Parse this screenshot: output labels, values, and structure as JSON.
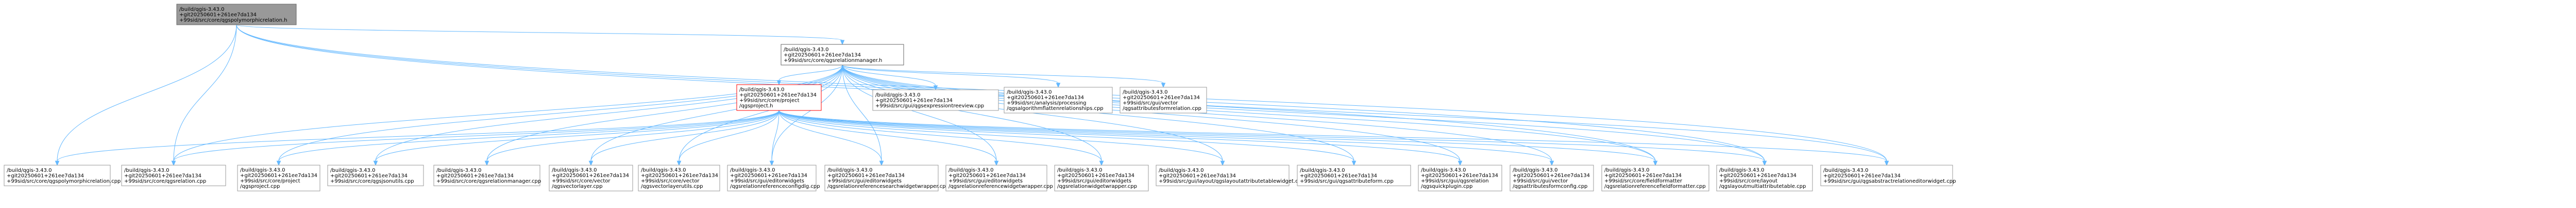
{
  "nodes": [
    {
      "id": "n0",
      "kind": "root",
      "lines": [
        "/build/qgis-3.43.0",
        "+git20250601+261ee7da134",
        "+99sid/src/core/qgspolymorphicrelation.h"
      ]
    },
    {
      "id": "n1",
      "kind": "hub",
      "lines": [
        "/build/qgis-3.43.0",
        "+git20250601+261ee7da134",
        "+99sid/src/core/qgsrelationmanager.h"
      ]
    },
    {
      "id": "n2",
      "kind": "highlight",
      "lines": [
        "/build/qgis-3.43.0",
        "+git20250601+261ee7da134",
        "+99sid/src/core/project",
        "/qgsproject.h"
      ]
    },
    {
      "id": "n3",
      "kind": "normal",
      "lines": [
        "/build/qgis-3.43.0",
        "+git20250601+261ee7da134",
        "+99sid/src/gui/qgsexpressiontreeview.cpp"
      ]
    },
    {
      "id": "n4",
      "kind": "normal",
      "lines": [
        "/build/qgis-3.43.0",
        "+git20250601+261ee7da134",
        "+99sid/src/analysis/processing",
        "/qgsalgorithmflattenrelationships.cpp"
      ]
    },
    {
      "id": "n5",
      "kind": "normal",
      "lines": [
        "/build/qgis-3.43.0",
        "+git20250601+261ee7da134",
        "+99sid/src/gui/vector",
        "/qgsattributesformrelation.cpp"
      ]
    },
    {
      "id": "n6",
      "kind": "normal",
      "lines": [
        "/build/qgis-3.43.0",
        "+git20250601+261ee7da134",
        "+99sid/src/core/qgspolymorphicrelation.cpp"
      ]
    },
    {
      "id": "n7",
      "kind": "normal",
      "lines": [
        "/build/qgis-3.43.0",
        "+git20250601+261ee7da134",
        "+99sid/src/core/qgsrelation.cpp"
      ]
    },
    {
      "id": "n8",
      "kind": "normal",
      "lines": [
        "/build/qgis-3.43.0",
        "+git20250601+261ee7da134",
        "+99sid/src/core/project",
        "/qgsproject.cpp"
      ]
    },
    {
      "id": "n9",
      "kind": "normal",
      "lines": [
        "/build/qgis-3.43.0",
        "+git20250601+261ee7da134",
        "+99sid/src/core/qgsjsonutils.cpp"
      ]
    },
    {
      "id": "n10",
      "kind": "normal",
      "lines": [
        "/build/qgis-3.43.0",
        "+git20250601+261ee7da134",
        "+99sid/src/core/qgsrelationmanager.cpp"
      ]
    },
    {
      "id": "n11",
      "kind": "normal",
      "lines": [
        "/build/qgis-3.43.0",
        "+git20250601+261ee7da134",
        "+99sid/src/core/vector",
        "/qgsvectorlayer.cpp"
      ]
    },
    {
      "id": "n12",
      "kind": "normal",
      "lines": [
        "/build/qgis-3.43.0",
        "+git20250601+261ee7da134",
        "+99sid/src/core/vector",
        "/qgsvectorlayerutils.cpp"
      ]
    },
    {
      "id": "n13",
      "kind": "normal",
      "lines": [
        "/build/qgis-3.43.0",
        "+git20250601+261ee7da134",
        "+99sid/src/gui/editorwidgets",
        "/qgsrelationreferenceconfigdlg.cpp"
      ]
    },
    {
      "id": "n14",
      "kind": "normal",
      "lines": [
        "/build/qgis-3.43.0",
        "+git20250601+261ee7da134",
        "+99sid/src/gui/editorwidgets",
        "/qgsrelationreferencesearchwidgetwrapper.cpp"
      ]
    },
    {
      "id": "n15",
      "kind": "normal",
      "lines": [
        "/build/qgis-3.43.0",
        "+git20250601+261ee7da134",
        "+99sid/src/gui/editorwidgets",
        "/qgsrelationreferencewidgetwrapper.cpp"
      ]
    },
    {
      "id": "n16",
      "kind": "normal",
      "lines": [
        "/build/qgis-3.43.0",
        "+git20250601+261ee7da134",
        "+99sid/src/gui/editorwidgets",
        "/qgsrelationwidgetwrapper.cpp"
      ]
    },
    {
      "id": "n17",
      "kind": "normal",
      "lines": [
        "/build/qgis-3.43.0",
        "+git20250601+261ee7da134",
        "+99sid/src/gui/layout/qgslayoutattributetablewidget.cpp"
      ]
    },
    {
      "id": "n18",
      "kind": "normal",
      "lines": [
        "/build/qgis-3.43.0",
        "+git20250601+261ee7da134",
        "+99sid/src/gui/qgsattributeform.cpp"
      ]
    },
    {
      "id": "n19",
      "kind": "normal",
      "lines": [
        "/build/qgis-3.43.0",
        "+git20250601+261ee7da134",
        "+99sid/src/gui/qgsrelation",
        "/qgsquickplugin.cpp"
      ]
    },
    {
      "id": "n20",
      "kind": "normal",
      "lines": [
        "/build/qgis-3.43.0",
        "+git20250601+261ee7da134",
        "+99sid/src/gui/vector",
        "/qgsattributesformconfig.cpp"
      ]
    },
    {
      "id": "n21",
      "kind": "normal",
      "lines": [
        "/build/qgis-3.43.0",
        "+git20250601+261ee7da134",
        "+99sid/src/core/fieldformatter",
        "/qgsrelationreferencefieldformatter.cpp"
      ]
    },
    {
      "id": "n22",
      "kind": "normal",
      "lines": [
        "/build/qgis-3.43.0",
        "+git20250601+261ee7da134",
        "+99sid/src/core/layout",
        "/qgslayoutmultiattributetable.cpp"
      ]
    },
    {
      "id": "n23",
      "kind": "normal",
      "lines": [
        "/build/qgis-3.43.0",
        "+git20250601+261ee7da134",
        "+99sid/src/gui/qgsabstractrelationeditorwidget.cpp"
      ]
    }
  ],
  "edges": [
    [
      "n0",
      "n1"
    ],
    [
      "n0",
      "n6"
    ],
    [
      "n0",
      "n7"
    ],
    [
      "n0",
      "n21"
    ],
    [
      "n0",
      "n22"
    ],
    [
      "n0",
      "n23"
    ],
    [
      "n1",
      "n2"
    ],
    [
      "n1",
      "n3"
    ],
    [
      "n1",
      "n4"
    ],
    [
      "n1",
      "n5"
    ],
    [
      "n1",
      "n7"
    ],
    [
      "n1",
      "n8"
    ],
    [
      "n1",
      "n9"
    ],
    [
      "n1",
      "n10"
    ],
    [
      "n1",
      "n11"
    ],
    [
      "n1",
      "n12"
    ],
    [
      "n1",
      "n13"
    ],
    [
      "n1",
      "n14"
    ],
    [
      "n1",
      "n15"
    ],
    [
      "n1",
      "n16"
    ],
    [
      "n1",
      "n17"
    ],
    [
      "n1",
      "n18"
    ],
    [
      "n1",
      "n19"
    ],
    [
      "n1",
      "n20"
    ],
    [
      "n1",
      "n21"
    ],
    [
      "n1",
      "n22"
    ],
    [
      "n1",
      "n23"
    ],
    [
      "n2",
      "n6"
    ],
    [
      "n2",
      "n7"
    ],
    [
      "n2",
      "n8"
    ],
    [
      "n2",
      "n9"
    ],
    [
      "n2",
      "n10"
    ],
    [
      "n2",
      "n11"
    ],
    [
      "n2",
      "n12"
    ],
    [
      "n2",
      "n13"
    ],
    [
      "n2",
      "n14"
    ],
    [
      "n2",
      "n15"
    ],
    [
      "n2",
      "n16"
    ],
    [
      "n2",
      "n17"
    ],
    [
      "n2",
      "n18"
    ],
    [
      "n2",
      "n19"
    ],
    [
      "n2",
      "n20"
    ],
    [
      "n2",
      "n21"
    ],
    [
      "n2",
      "n22"
    ],
    [
      "n2",
      "n23"
    ]
  ],
  "colors": {
    "edge": "#63b8ff",
    "root_fill": "#999999",
    "highlight_border": "#ff0000"
  }
}
